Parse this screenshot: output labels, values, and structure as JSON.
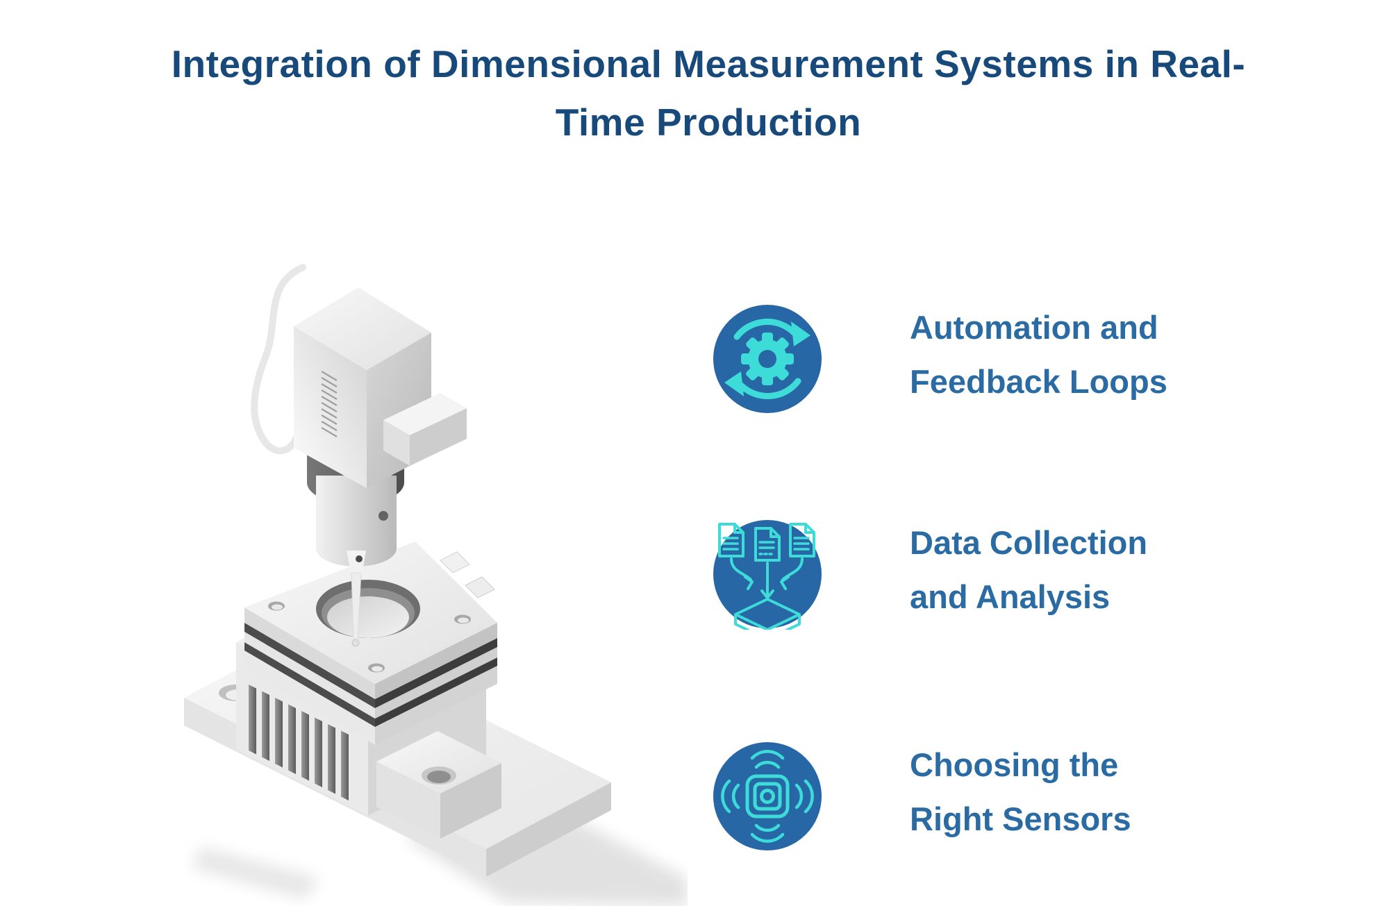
{
  "title": {
    "line1": "Integration of Dimensional Measurement Systems in Real-",
    "line2": "Time Production",
    "full": "Integration of Dimensional Measurement Systems in Real-Time Production"
  },
  "items": [
    {
      "icon": "automation-feedback-icon",
      "label_line1": "Automation and",
      "label_line2": "Feedback Loops"
    },
    {
      "icon": "data-collection-icon",
      "label_line1": "Data Collection",
      "label_line2": "and Analysis"
    },
    {
      "icon": "sensor-waves-icon",
      "label_line1": "Choosing the",
      "label_line2": "Right Sensors"
    }
  ],
  "illustration": "isometric-dimensional-measurement-probe-machine",
  "colors": {
    "background": "#ffffff",
    "title_navy": "#17497B",
    "label_blue": "#2A6BA4",
    "icon_badge_blue": "#2767A6",
    "icon_teal": "#3EDCD8"
  }
}
